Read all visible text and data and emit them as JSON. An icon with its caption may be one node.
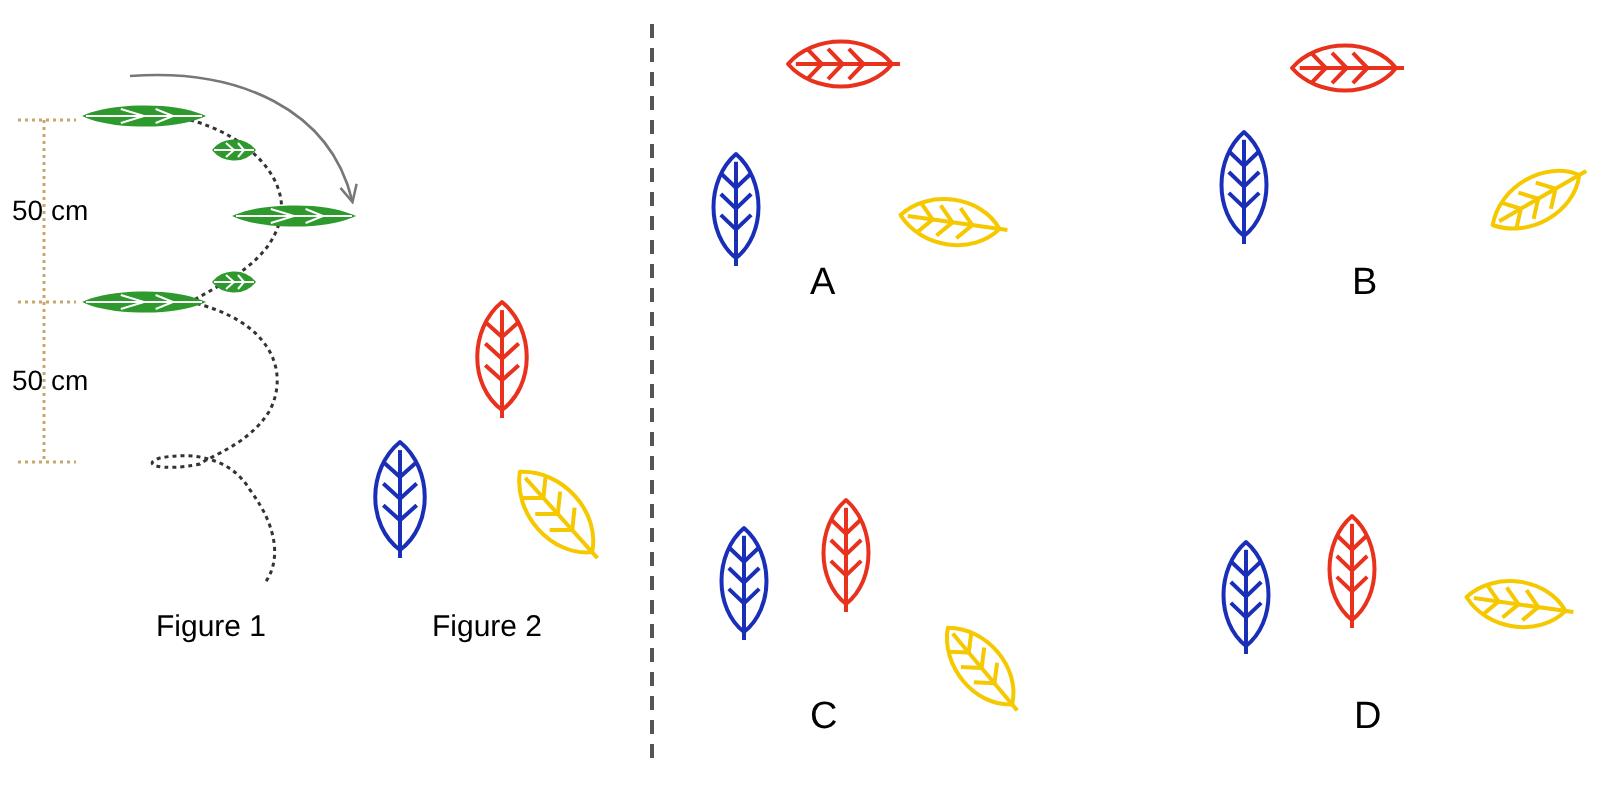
{
  "diagram": {
    "labels": [
      "50 cm",
      "50 cm",
      "Figure 1",
      "Figure 2",
      "A",
      "B",
      "C",
      "D"
    ]
  }
}
